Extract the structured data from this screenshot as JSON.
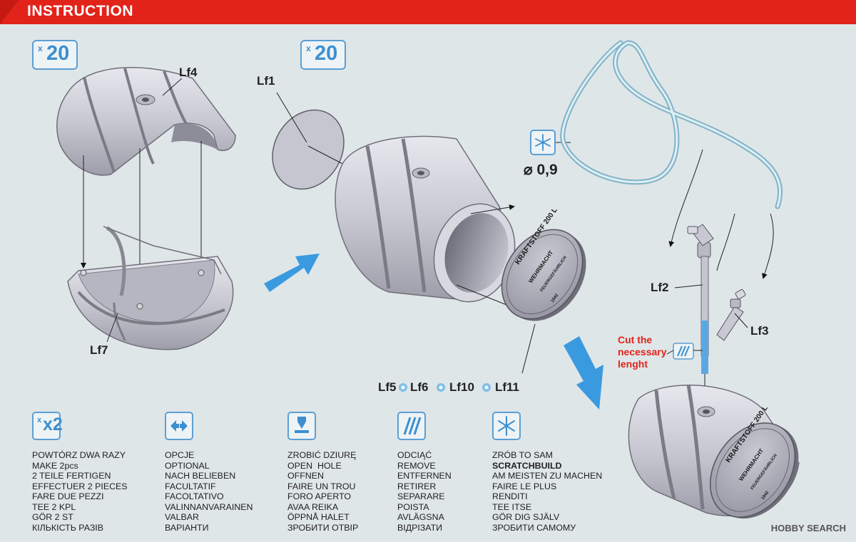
{
  "header": {
    "title": "INSTRUCTION"
  },
  "steps": {
    "step1": {
      "quantity_x": "x",
      "quantity": "20",
      "part_top": "Lf4",
      "part_bottom": "Lf7"
    },
    "step2": {
      "quantity_x": "x",
      "quantity": "20",
      "part_lid": "Lf1",
      "parts_list": [
        "Lf5",
        "Lf6",
        "Lf10",
        "Lf11"
      ]
    },
    "step3": {
      "diameter": "0,9",
      "part_pipe": "Lf2",
      "part_nozzle": "Lf3",
      "note_lines": [
        "Cut the",
        "necessary",
        "lenght"
      ]
    }
  },
  "lid_text": {
    "top": "KRAFTSTOFF 200 L",
    "middle": "WEHRMACHT",
    "bottom": "FEUERGEFÄHRLICH",
    "year": "1942"
  },
  "legend": [
    {
      "icon": "x2-icon",
      "icon_text": "x2",
      "lines": [
        "POWTÓRZ DWA RAZY",
        "MAKE 2pcs",
        "2 TEILE FERTIGEN",
        "EFFECTUER 2 PIECES",
        "FARE DUE PEZZI",
        "TEE 2 KPL",
        "GÖR 2 ST",
        "КІЛЬКІСТЬ РАЗІВ"
      ],
      "bold_index": -1
    },
    {
      "icon": "optional-icon",
      "lines": [
        "OPCJE",
        "OPTIONAL",
        "NACH BELIEBEN",
        "FACULTATIF",
        "FACOLTATIVO",
        "VALINNANVARAINEN",
        "VALBAR",
        "ВАРІАНТИ"
      ],
      "bold_index": -1
    },
    {
      "icon": "drill-hole-icon",
      "lines": [
        "ZROBIĆ DZIURĘ",
        "OPEN  HOLE",
        "OFFNEN",
        "FAIRE UN TROU",
        "FORO APERTO",
        "AVAA REIKA",
        "ÖPPNÅ HALET",
        "ЗРОБИТИ ОТВІР"
      ],
      "bold_index": -1
    },
    {
      "icon": "cut-off-icon",
      "lines": [
        "ODCIĄĆ",
        "REMOVE",
        "ENTFERNEN",
        "RETIRER",
        "SEPARARE",
        "POISTA",
        "AVLÄGSNA",
        "ВІДРІЗАТИ"
      ],
      "bold_index": -1
    },
    {
      "icon": "scratchbuild-icon",
      "lines": [
        "ZRÓB TO SAM",
        "SCRATCHBUILD",
        "AM MEISTEN ZU MACHEN",
        "FAIRE LE PLUS",
        "RENDITI",
        "TEE ITSE",
        "GÖR DIG SJÄLV",
        "ЗРОБИТИ САМОМУ"
      ],
      "bold_index": 1
    }
  ],
  "watermark": "HOBBY SEARCH",
  "colors": {
    "header": "#e2231a",
    "accent_blue": "#3d8fcf",
    "background": "#dfe6e8",
    "part_gray": "#c9c9d3"
  }
}
